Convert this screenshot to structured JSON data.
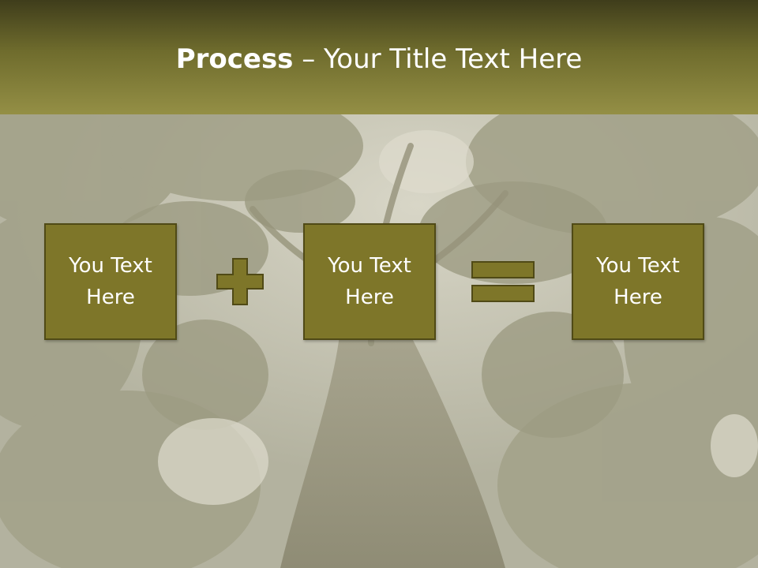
{
  "slide": {
    "title_bold": "Process",
    "title_rest": " – Your Title Text Here"
  },
  "process": {
    "boxes": [
      {
        "label": "You Text Here"
      },
      {
        "label": "You Text Here"
      },
      {
        "label": "You Text Here"
      }
    ],
    "operators": [
      "plus-icon",
      "equals-icon"
    ]
  },
  "colors": {
    "title_band_dark": "#3f3d1b",
    "title_band_light": "#948f45",
    "box_fill": "#7e7629",
    "box_border": "#504a16",
    "title_text": "#ffffff",
    "background_tint": "#b9b8a6"
  },
  "background": {
    "icon": "forest-canopy-photo"
  }
}
